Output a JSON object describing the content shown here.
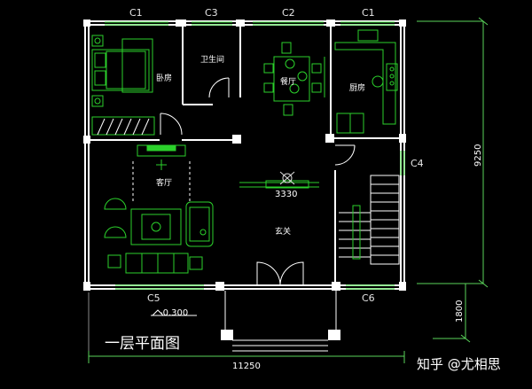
{
  "window_labels": {
    "c1_left": "C1",
    "c3": "C3",
    "c2": "C2",
    "c1_right": "C1",
    "c4": "C4",
    "c5": "C5",
    "c6": "C6"
  },
  "rooms": {
    "bedroom": "卧房",
    "bathroom": "卫生间",
    "dining": "餐厅",
    "kitchen": "厨房",
    "living": "客厅",
    "foyer": "玄关"
  },
  "dimensions": {
    "overall_width": "11250",
    "overall_depth": "9250",
    "porch_depth": "1800",
    "beam_mark": "3330",
    "level": "-0.300"
  },
  "title": "一层平面图",
  "watermark": "知乎 @尤相思",
  "colors": {
    "background": "#000000",
    "wall": "#ffffff",
    "furniture": "#2bd12b",
    "dimension_line": "#5ad35a",
    "text": "#ffffff"
  }
}
